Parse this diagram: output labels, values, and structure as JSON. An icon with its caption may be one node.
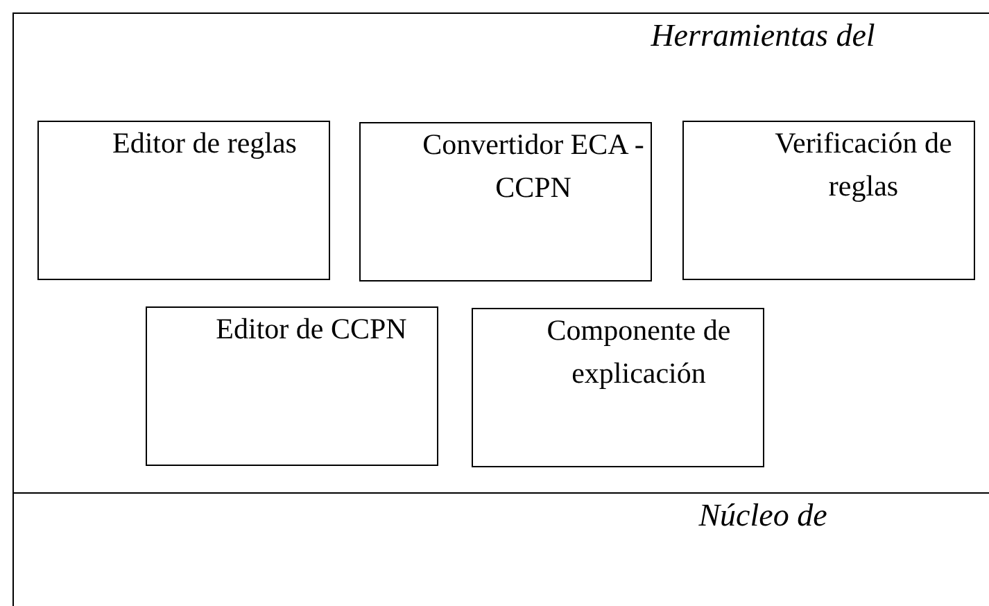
{
  "diagram": {
    "nodes": [
      {
        "text": [
          "Herramientas del"
        ]
      },
      {
        "text": [
          "Editor de reglas"
        ],
        "in": 0
      },
      {
        "text": [
          "Convertidor ECA - CCPN"
        ],
        "in": 0
      },
      {
        "text": [
          "Verificación de reglas"
        ],
        "in": 0
      },
      {
        "text": [
          "Editor de CCPN"
        ],
        "in": 0
      },
      {
        "text": [
          "Componente de explicación"
        ],
        "in": 0
      },
      {
        "text": [
          "Núcleo de"
        ]
      }
    ]
  }
}
